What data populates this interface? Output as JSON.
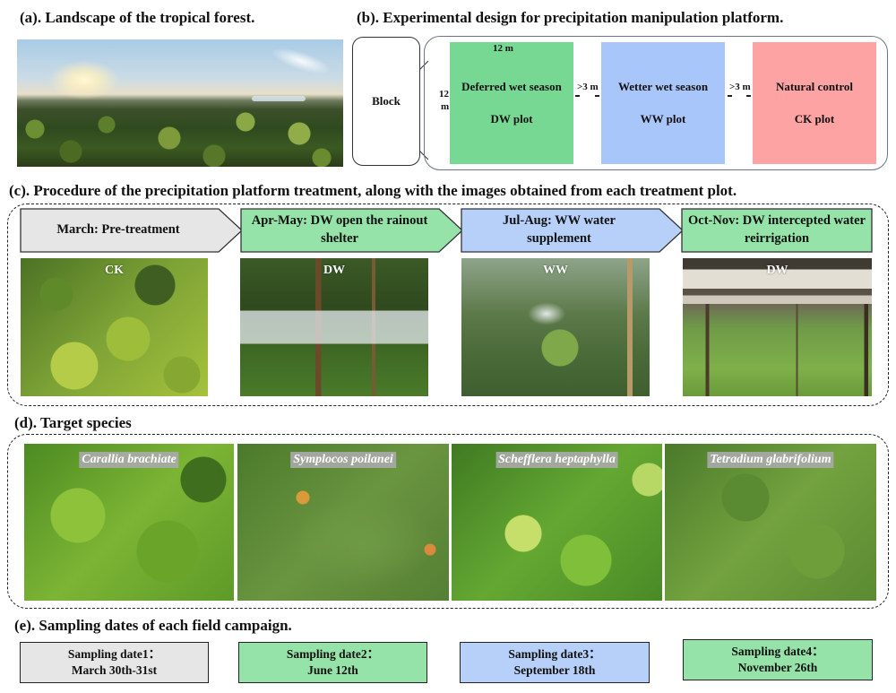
{
  "panel_a": {
    "title": "(a). Landscape of the tropical forest.",
    "image": "panoramic photo of tropical forest canopy at sunset"
  },
  "panel_b": {
    "title": "(b). Experimental design for precipitation manipulation platform.",
    "block_label": "Block",
    "plot_width_label": "12 m",
    "plot_height_label_line1": "12",
    "plot_height_label_line2": "m",
    "spacing_label": ">3 m",
    "plots": [
      {
        "name": "Deferred wet season",
        "code": "DW plot",
        "color": "#77d894"
      },
      {
        "name": "Wetter wet season",
        "code": "WW plot",
        "color": "#a8c6fa"
      },
      {
        "name": "Natural control",
        "code": "CK plot",
        "color": "#fea3a3"
      }
    ]
  },
  "panel_c": {
    "title": "(c). Procedure of the precipitation platform treatment, along with the images obtained from each treatment plot.",
    "steps": [
      {
        "label": "March: Pre-treatment",
        "color": "#e6e6e6"
      },
      {
        "label": "Apr-May: DW open the rainout shelter",
        "color": "#95e3a8"
      },
      {
        "label": "Jul-Aug: WW water supplement",
        "color": "#b7d0fa"
      },
      {
        "label": "Oct-Nov: DW intercepted water reirrigation",
        "color": "#95e3a8"
      }
    ],
    "photos": [
      {
        "label": "CK"
      },
      {
        "label": "DW"
      },
      {
        "label": "WW"
      },
      {
        "label": "DW"
      }
    ]
  },
  "panel_d": {
    "title": "(d). Target species",
    "species": [
      {
        "name": "Carallia brachiate"
      },
      {
        "name": "Symplocos poilanei"
      },
      {
        "name": "Schefflera heptaphylla"
      },
      {
        "name": "Tetradium glabrifolium"
      }
    ]
  },
  "panel_e": {
    "title": "(e). Sampling dates of each field campaign.",
    "dates": [
      {
        "label": "Sampling date1：",
        "date": "March 30th-31st",
        "color": "#e6e6e6"
      },
      {
        "label": "Sampling date2：",
        "date": "June 12th",
        "color": "#95e3a8"
      },
      {
        "label": "Sampling date3：",
        "date": "September 18th",
        "color": "#b7d0fa"
      },
      {
        "label": "Sampling date4：",
        "date": "November 26th",
        "color": "#95e3a8"
      }
    ]
  }
}
